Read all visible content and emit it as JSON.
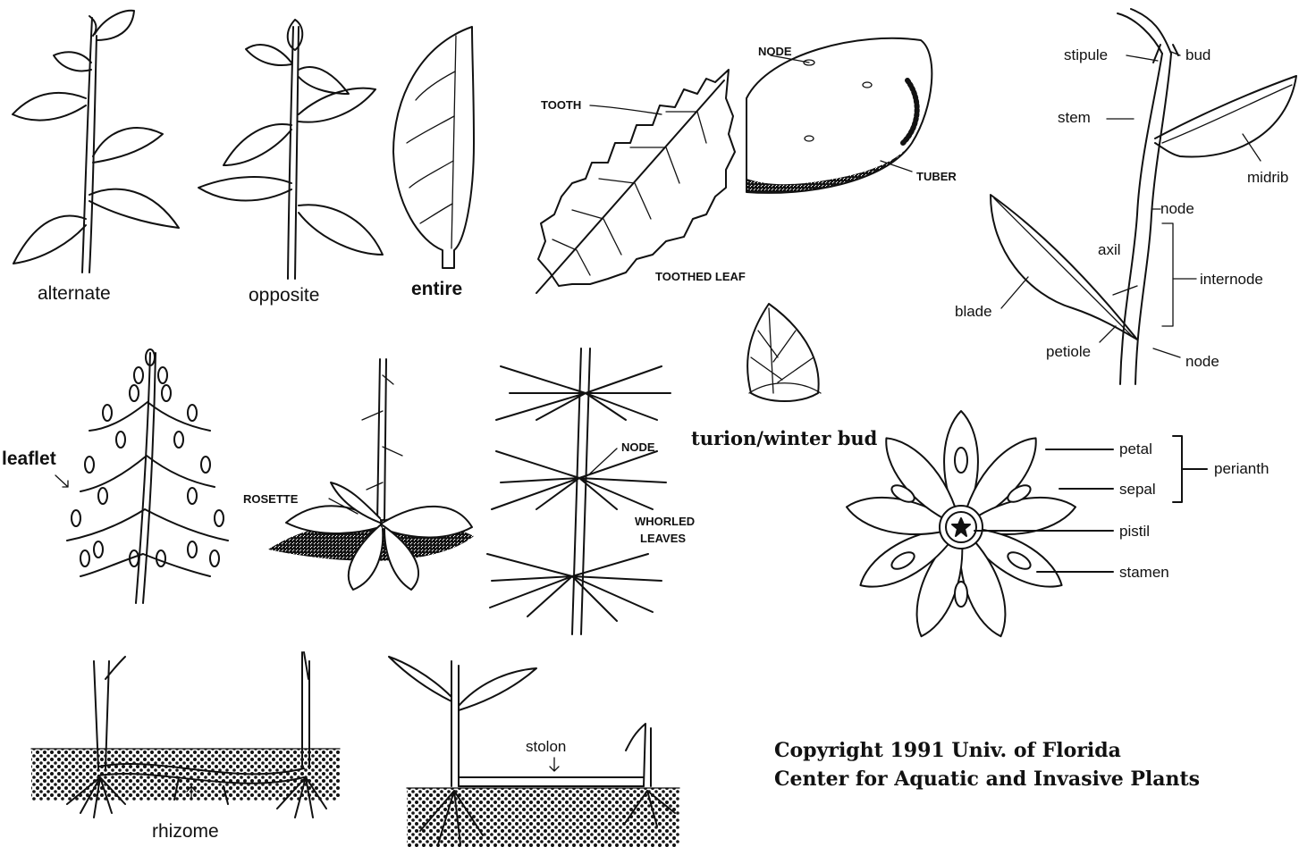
{
  "labels": {
    "alternate": "alternate",
    "opposite": "opposite",
    "entire": "entire",
    "tooth": "TOOTH",
    "toothed_leaf": "TOOTHED LEAF",
    "node_tuber": "NODE",
    "tuber": "TUBER",
    "stipule": "stipule",
    "bud": "bud",
    "stem": "stem",
    "midrib": "midrib",
    "node_top": "node",
    "axil": "axil",
    "internode": "internode",
    "blade": "blade",
    "petiole": "petiole",
    "node_bottom": "node",
    "leaflet": "leaflet",
    "rosette": "ROSETTE",
    "node_whorl": "NODE",
    "whorled_1": "WHORLED",
    "whorled_2": "LEAVES",
    "turion": "turion/winter bud",
    "petal": "petal",
    "sepal": "sepal",
    "perianth": "perianth",
    "pistil": "pistil",
    "stamen": "stamen",
    "stolon": "stolon",
    "rhizome": "rhizome"
  },
  "copyright": {
    "line1": "Copyright 1991 Univ. of Florida",
    "line2": "Center for Aquatic and Invasive Plants"
  }
}
